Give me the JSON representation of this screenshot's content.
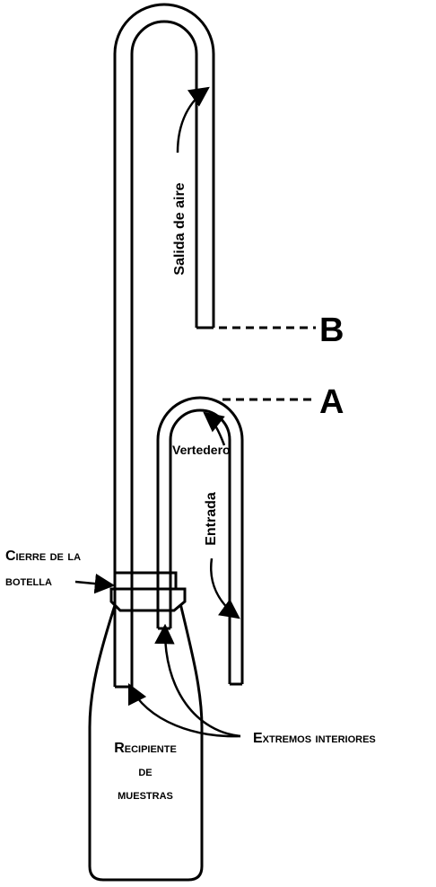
{
  "labels": {
    "salida_de_aire": "Salida de aire",
    "marker_b": "B",
    "marker_a": "A",
    "vertedero": "Vertedero",
    "entrada": "Entrada",
    "cierre_line1": "Cierre de la",
    "cierre_line2": "botella",
    "extremos_interiores": "Extremos interiores",
    "recipiente_line1": "Recipiente",
    "recipiente_line2": "de",
    "recipiente_line3": "muestras"
  },
  "colors": {
    "ink": "#000000",
    "paper": "#ffffff"
  }
}
